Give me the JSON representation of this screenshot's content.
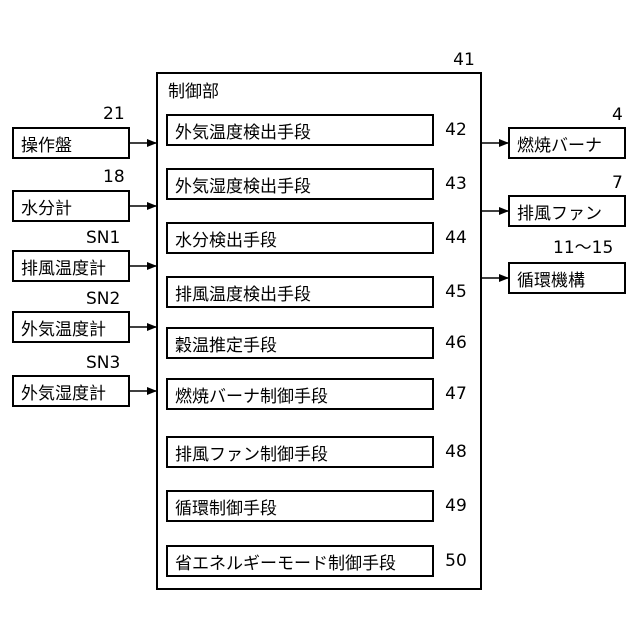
{
  "controller": {
    "ref": "41",
    "title": "制御部",
    "units": [
      {
        "label": "外気温度検出手段",
        "ref": "42"
      },
      {
        "label": "外気湿度検出手段",
        "ref": "43"
      },
      {
        "label": "水分検出手段",
        "ref": "44"
      },
      {
        "label": "排風温度検出手段",
        "ref": "45"
      },
      {
        "label": "穀温推定手段",
        "ref": "46"
      },
      {
        "label": "燃焼バーナ制御手段",
        "ref": "47"
      },
      {
        "label": "排風ファン制御手段",
        "ref": "48"
      },
      {
        "label": "循環制御手段",
        "ref": "49"
      },
      {
        "label": "省エネルギーモード制御手段",
        "ref": "50"
      }
    ]
  },
  "inputs": [
    {
      "label": "操作盤",
      "ref": "21"
    },
    {
      "label": "水分計",
      "ref": "18"
    },
    {
      "label": "排風温度計",
      "ref": "SN1"
    },
    {
      "label": "外気温度計",
      "ref": "SN2"
    },
    {
      "label": "外気湿度計",
      "ref": "SN3"
    }
  ],
  "outputs": [
    {
      "label": "燃焼バーナ",
      "ref": "4"
    },
    {
      "label": "排風ファン",
      "ref": "7"
    },
    {
      "label": "循環機構",
      "ref": "11～15"
    }
  ]
}
